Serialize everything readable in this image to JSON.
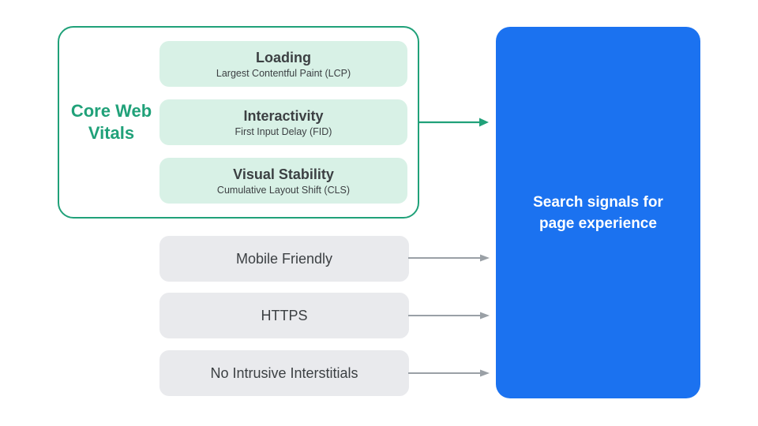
{
  "colors": {
    "green": "#20A179",
    "mint": "#D8F1E6",
    "blue": "#1B72F0",
    "grayfill": "#E9EAED",
    "textdark": "#3C4043",
    "arrowgray": "#9AA0A6"
  },
  "core_web_vitals": {
    "label": "Core Web Vitals",
    "metrics": [
      {
        "title": "Loading",
        "subtitle": "Largest Contentful Paint (LCP)"
      },
      {
        "title": "Interactivity",
        "subtitle": "First Input Delay (FID)"
      },
      {
        "title": "Visual Stability",
        "subtitle": "Cumulative Layout Shift (CLS)"
      }
    ]
  },
  "other_signals": [
    {
      "label": "Mobile Friendly"
    },
    {
      "label": "HTTPS"
    },
    {
      "label": "No Intrusive Interstitials"
    }
  ],
  "output": {
    "label": "Search signals for page experience"
  }
}
